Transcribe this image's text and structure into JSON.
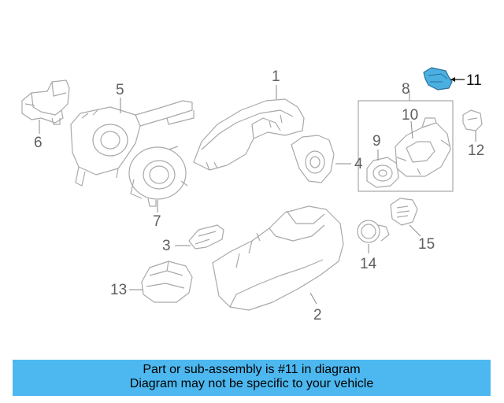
{
  "diagram": {
    "callouts": [
      {
        "id": "1",
        "label": "1"
      },
      {
        "id": "2",
        "label": "2"
      },
      {
        "id": "3",
        "label": "3"
      },
      {
        "id": "4",
        "label": "4"
      },
      {
        "id": "5",
        "label": "5"
      },
      {
        "id": "6",
        "label": "6"
      },
      {
        "id": "7",
        "label": "7"
      },
      {
        "id": "8",
        "label": "8"
      },
      {
        "id": "9",
        "label": "9"
      },
      {
        "id": "10",
        "label": "10"
      },
      {
        "id": "11",
        "label": "11"
      },
      {
        "id": "12",
        "label": "12"
      },
      {
        "id": "13",
        "label": "13"
      },
      {
        "id": "14",
        "label": "14"
      },
      {
        "id": "15",
        "label": "15"
      }
    ],
    "highlighted_part": "11",
    "highlight_color": "#4ab0e2"
  },
  "banner": {
    "line1": "Part or sub-assembly is #11 in diagram",
    "line2": "Diagram may not be specific to your vehicle",
    "color": "#4db8f0"
  }
}
